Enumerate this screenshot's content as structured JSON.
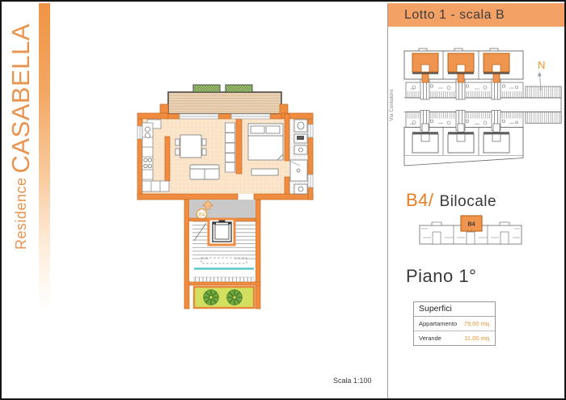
{
  "page": {
    "scale_note": "Scala 1:100"
  },
  "sidebar": {
    "brand_small": "Residence",
    "brand_large": "CASABELLA"
  },
  "header": {
    "title": "Lotto 1 - scala B"
  },
  "site_plan": {
    "street_label": "Via Cantatore",
    "north_label": "N"
  },
  "unit": {
    "code": "B4/",
    "type": "Bilocale",
    "badge": "B4",
    "floor": "Piano 1°"
  },
  "surfaces_table": {
    "title": "Superfici",
    "rows": [
      {
        "label": "Appartamento",
        "value": "79,00 mq"
      },
      {
        "label": "Verande",
        "value": "11,00 mq"
      }
    ]
  },
  "colors": {
    "wall_orange": "#ef8c42",
    "header_orange": "#f4a166",
    "accent_orange": "#e8952f",
    "floor_peach": "#fbe6cb",
    "courtyard_green": "#d3df5f",
    "tree_green": "#70a93f",
    "teal_line": "#49c4c6"
  }
}
